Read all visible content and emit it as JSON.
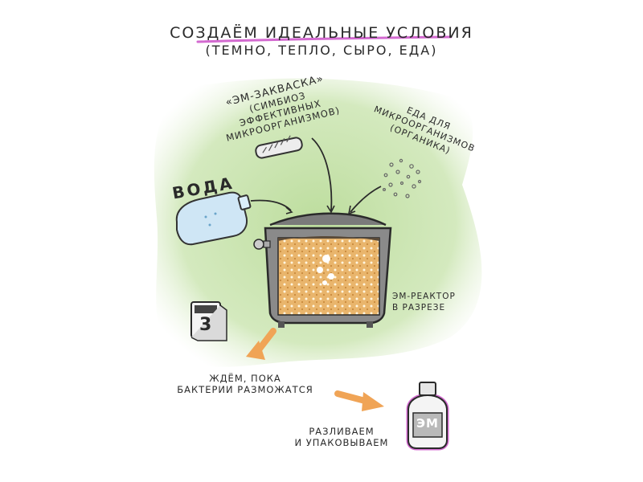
{
  "title": "СОЗДАЁМ ИДЕАЛЬНЫЕ УСЛОВИЯ",
  "subtitle": "(ТЕМНО, ТЕПЛО, СЫРО, ЕДА)",
  "labels": {
    "em_starter": [
      "«ЭМ-ЗАКВАСКА»",
      "(СИМБИОЗ ЭФФЕКТИВНЫХ",
      "МИКРООРГАНИЗМОВ)"
    ],
    "food": [
      "ЕДА ДЛЯ",
      "МИКРООРГАНИЗМОВ",
      "(ОРГАНИКА)"
    ],
    "water": "ВОДА",
    "reactor": [
      "ЭМ-РЕАКТОР",
      "В РАЗРЕЗЕ"
    ],
    "wait": [
      "ЖДЁМ, ПОКА",
      "БАКТЕРИИ РАЗМОЖАТСЯ"
    ],
    "pack": [
      "РАЗЛИВАЕМ",
      "И УПАКОВЫВАЕМ"
    ],
    "calendar_day": "3",
    "bottle_label": "ЭМ"
  },
  "colors": {
    "background_wash": "#c5e0a8",
    "accent_underline": "#d36ad0",
    "arrow_orange": "#f0a456",
    "liquid": "#e8b46a",
    "water_bottle": "#cfe6f5"
  }
}
